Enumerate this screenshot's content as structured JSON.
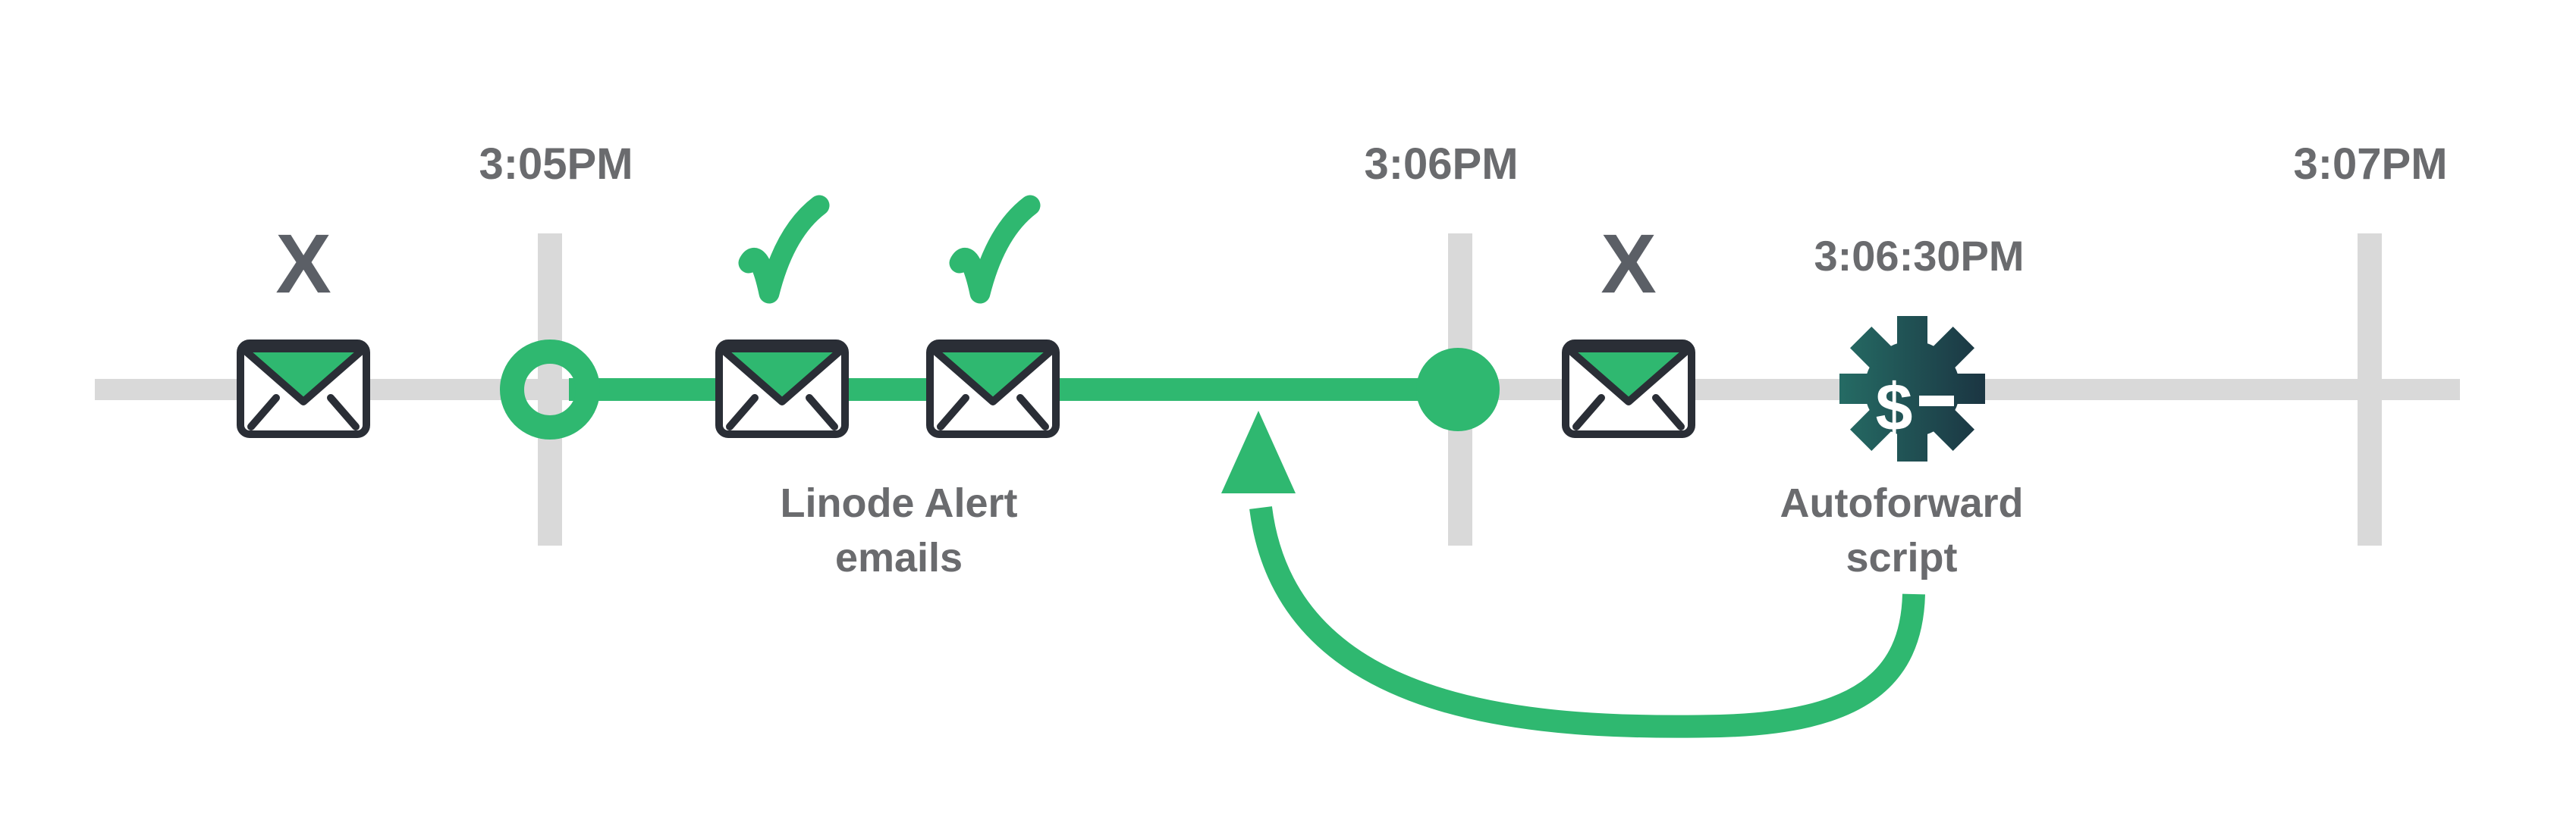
{
  "colors": {
    "accent_green": "#2fb870",
    "track_gray": "#d9d9d9",
    "label_gray": "#6a6b6e",
    "x_mark_gray": "#5b5f66",
    "envelope_outline": "#2a2e36",
    "gear_gradient_left": "#256b64",
    "gear_gradient_right": "#1b3542",
    "background": "#ffffff"
  },
  "icons": {
    "envelope": "envelope-icon",
    "check": "check-icon",
    "x": "x-mark",
    "gear": "gear-dollar-icon",
    "arrow": "loop-arrow-icon",
    "ring": "window-start-ring",
    "dot": "window-end-dot"
  },
  "timeline": {
    "ticks": [
      {
        "label": "3:05PM"
      },
      {
        "label": "3:06PM"
      },
      {
        "label": "3:07PM"
      }
    ]
  },
  "events": {
    "missed_before": {
      "mark": "X"
    },
    "alert_emails": {
      "caption_line1": "Linode Alert",
      "caption_line2": "emails"
    },
    "missed_after": {
      "mark": "X"
    },
    "autoforward": {
      "time": "3:06:30PM",
      "caption_line1": "Autoforward",
      "caption_line2": "script",
      "prompt_symbol": "$"
    }
  }
}
